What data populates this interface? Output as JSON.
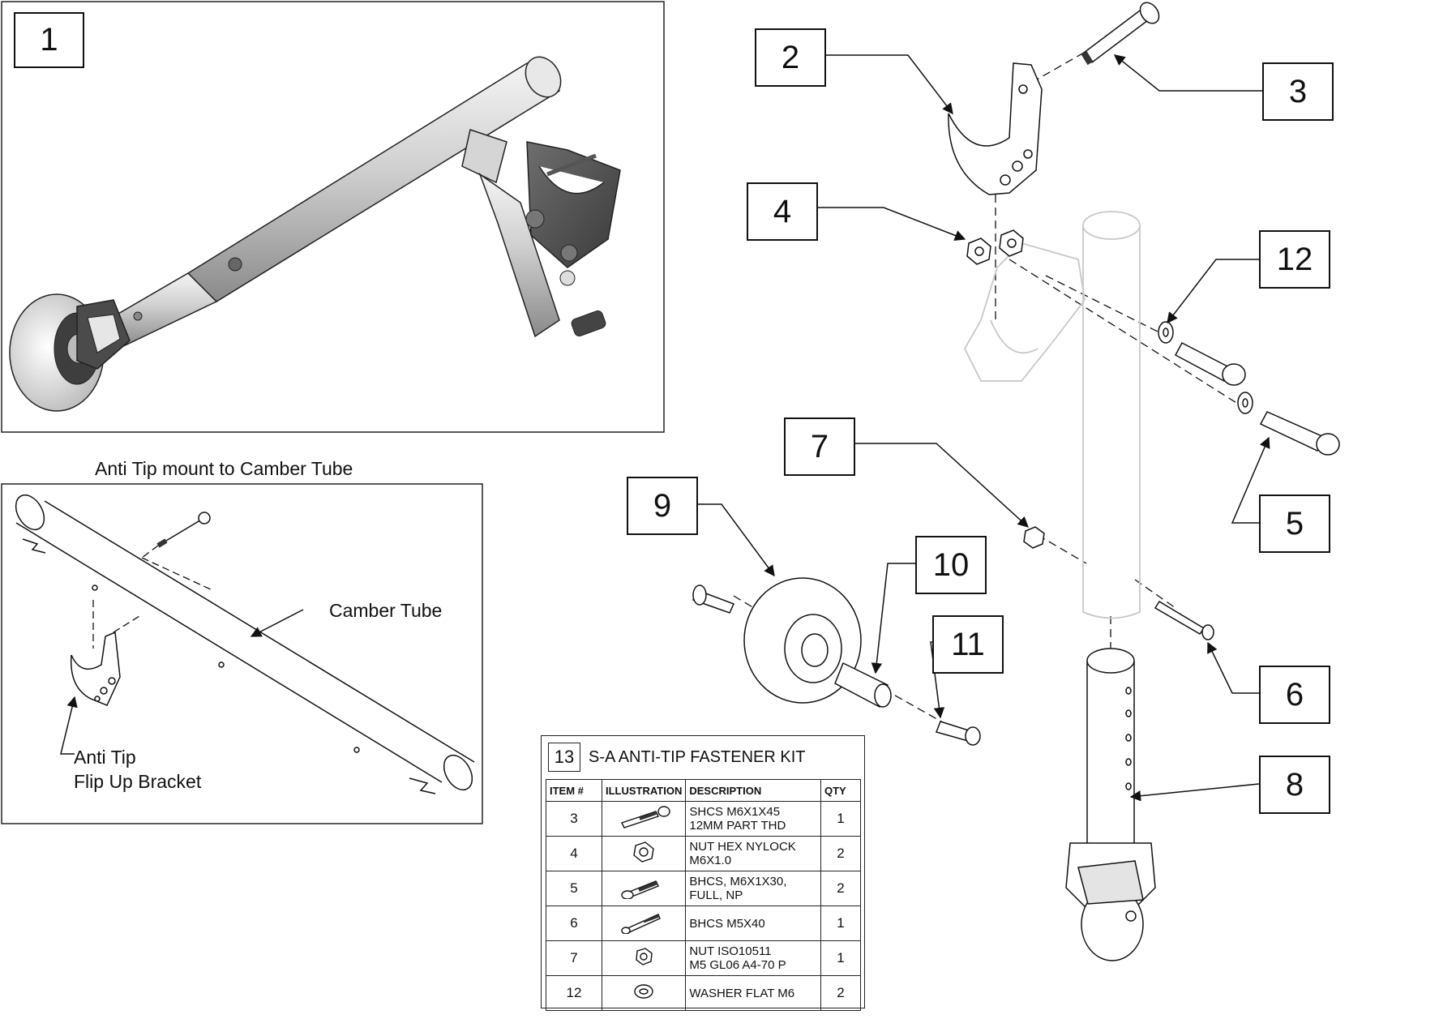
{
  "callouts": {
    "c1": "1",
    "c2": "2",
    "c3": "3",
    "c4": "4",
    "c5": "5",
    "c6": "6",
    "c7": "7",
    "c8": "8",
    "c9": "9",
    "c10": "10",
    "c11": "11",
    "c12": "12"
  },
  "mount_panel": {
    "title": "Anti Tip mount to Camber Tube",
    "camber_label": "Camber Tube",
    "bracket_label_line1": "Anti Tip",
    "bracket_label_line2": "Flip Up Bracket"
  },
  "kit": {
    "number": "13",
    "title": "S-A ANTI-TIP FASTENER KIT",
    "columns": [
      "ITEM #",
      "ILLUSTRATION",
      "DESCRIPTION",
      "QTY"
    ],
    "rows": [
      {
        "item": "3",
        "icon": "shcs-screw-icon",
        "description": "SHCS M6X1X45\n12MM PART THD",
        "qty": "1"
      },
      {
        "item": "4",
        "icon": "hex-nut-icon",
        "description": "NUT HEX NYLOCK\nM6X1.0",
        "qty": "2"
      },
      {
        "item": "5",
        "icon": "bhcs-screw-icon",
        "description": "BHCS, M6X1X30,\nFULL, NP",
        "qty": "2"
      },
      {
        "item": "6",
        "icon": "bhcs-long-screw-icon",
        "description": "BHCS M5X40",
        "qty": "1"
      },
      {
        "item": "7",
        "icon": "small-nut-icon",
        "description": "NUT ISO10511\nM5 GL06 A4-70 P",
        "qty": "1"
      },
      {
        "item": "12",
        "icon": "flat-washer-icon",
        "description": "WASHER FLAT M6",
        "qty": "2"
      }
    ]
  }
}
